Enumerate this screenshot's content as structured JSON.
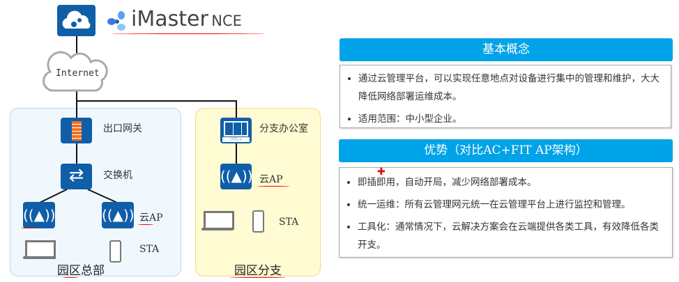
{
  "top": {
    "brand": "iMaster",
    "brand_suffix": "NCE",
    "internet": "Internet"
  },
  "hq": {
    "gateway": "出口网关",
    "switch": "交换机",
    "ap": "云AP",
    "sta": "STA",
    "title": "园区总部"
  },
  "branch": {
    "office": "分支办公室",
    "office_icon_text": "Office",
    "ap": "云AP",
    "sta": "STA",
    "title": "园区分支"
  },
  "concept": {
    "title": "基本概念",
    "items": [
      "通过云管理平台，可以实现任意地点对设备进行集中的管理和维护，大大降低网络部署运维成本。",
      "适用范围：中小型企业。"
    ]
  },
  "advantage": {
    "title": "优势（对比AC+FIT AP架构）",
    "items": [
      "即插即用，自动开局，减少网络部署成本。",
      "统一运维：所有云管理网元统一在云管理平台上进行监控和管理。",
      "工具化：通常情况下，云解决方案会在云端提供各类工具，有效降低各类开支。"
    ]
  },
  "colors": {
    "header": "#00a2e8",
    "icon": "#0f5ea8",
    "hq_zone": "#f0f8fd",
    "branch_zone": "#fffbd2",
    "annotation": "#e00000"
  }
}
